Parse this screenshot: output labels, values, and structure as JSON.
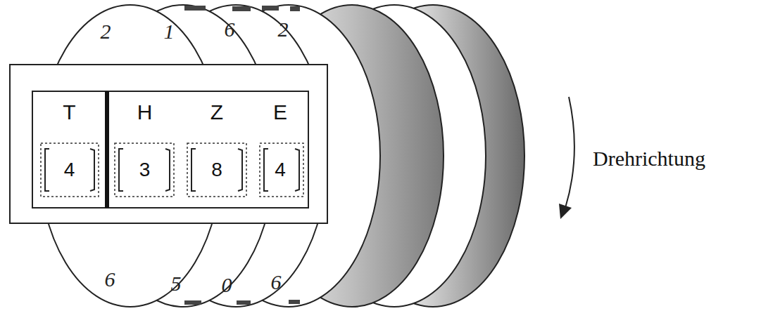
{
  "diagram": {
    "nodes": [
      {
        "text": [
          "T"
        ]
      },
      {
        "text": [
          "H"
        ]
      },
      {
        "text": [
          "Z"
        ]
      },
      {
        "text": [
          "E"
        ]
      },
      {
        "text": [
          "4"
        ]
      },
      {
        "text": [
          "3"
        ]
      },
      {
        "text": [
          "8"
        ]
      },
      {
        "text": [
          "4"
        ]
      }
    ],
    "labels": [
      "2",
      "1",
      "6",
      "2",
      "6",
      "5",
      "0",
      "6",
      "Drehrichtung"
    ]
  }
}
